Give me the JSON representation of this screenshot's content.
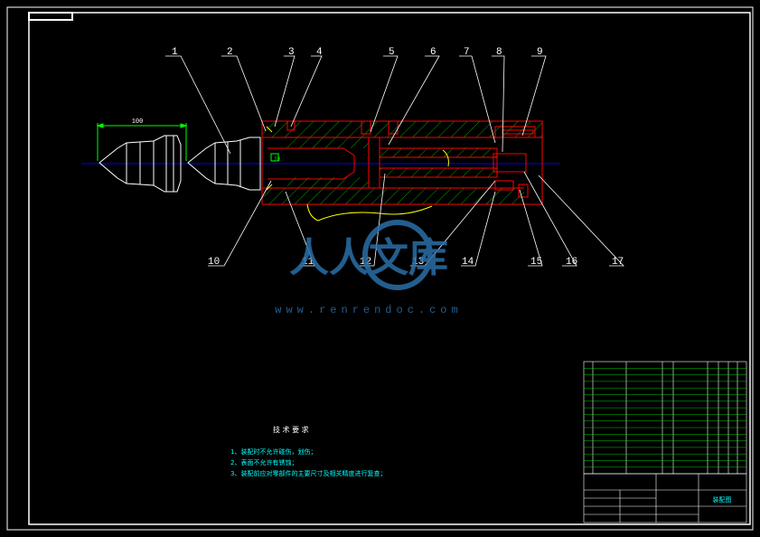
{
  "callouts": [
    "1",
    "2",
    "3",
    "4",
    "5",
    "6",
    "7",
    "8",
    "9",
    "10",
    "11",
    "12",
    "13",
    "14",
    "15",
    "16",
    "17"
  ],
  "dimension": "100",
  "center_mark": "28",
  "tech_req": {
    "title": "技 术 要 求",
    "items": [
      "1、装配时不允许碰伤，划伤；",
      "2、表面不允许有锈蚀；",
      "3、装配前应对零部件的主要尺寸及相关精度进行复查；"
    ]
  },
  "title_block": {
    "drawing_name": "装配图"
  },
  "watermark": {
    "logo_text": "人人文库",
    "url": "www.renrendoc.com"
  },
  "colors": {
    "frame": "#ffffff",
    "outline": "#ff0000",
    "hatch": "#00ff00",
    "centerline": "#0000ff",
    "leader": "#ffffff",
    "accent": "#ffff00",
    "text_cyan": "#00ffff",
    "watermark": "#2a6fa8"
  }
}
